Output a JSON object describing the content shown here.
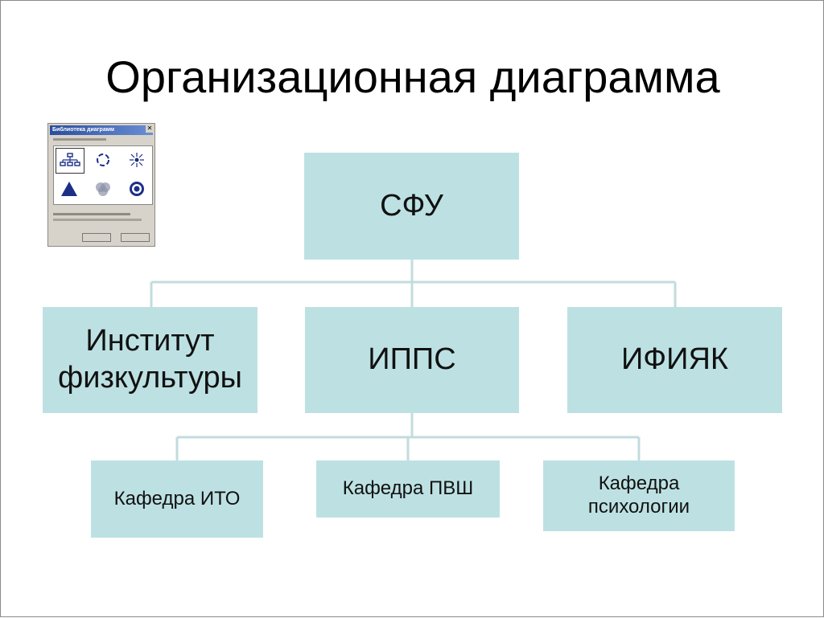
{
  "slide": {
    "title": "Организационная диаграмма"
  },
  "org_chart": {
    "root": {
      "label": "СФУ"
    },
    "level2": [
      {
        "label_line1": "Институт",
        "label_line2": "физкультуры"
      },
      {
        "label": "ИППС"
      },
      {
        "label": "ИФИЯК"
      }
    ],
    "level3": [
      {
        "label": "Кафедра ИТО"
      },
      {
        "label": "Кафедра ПВШ"
      },
      {
        "label_line1": "Кафедра",
        "label_line2": "психологии"
      }
    ],
    "box_color": "#bde1e3",
    "line_color": "#bde1e3"
  },
  "dialog": {
    "title": "Библиотека диаграмм",
    "close_glyph": "✕",
    "icons": [
      "org-chart-icon",
      "cycle-diagram-icon",
      "radial-diagram-icon",
      "pyramid-diagram-icon",
      "venn-diagram-icon",
      "target-diagram-icon"
    ]
  }
}
